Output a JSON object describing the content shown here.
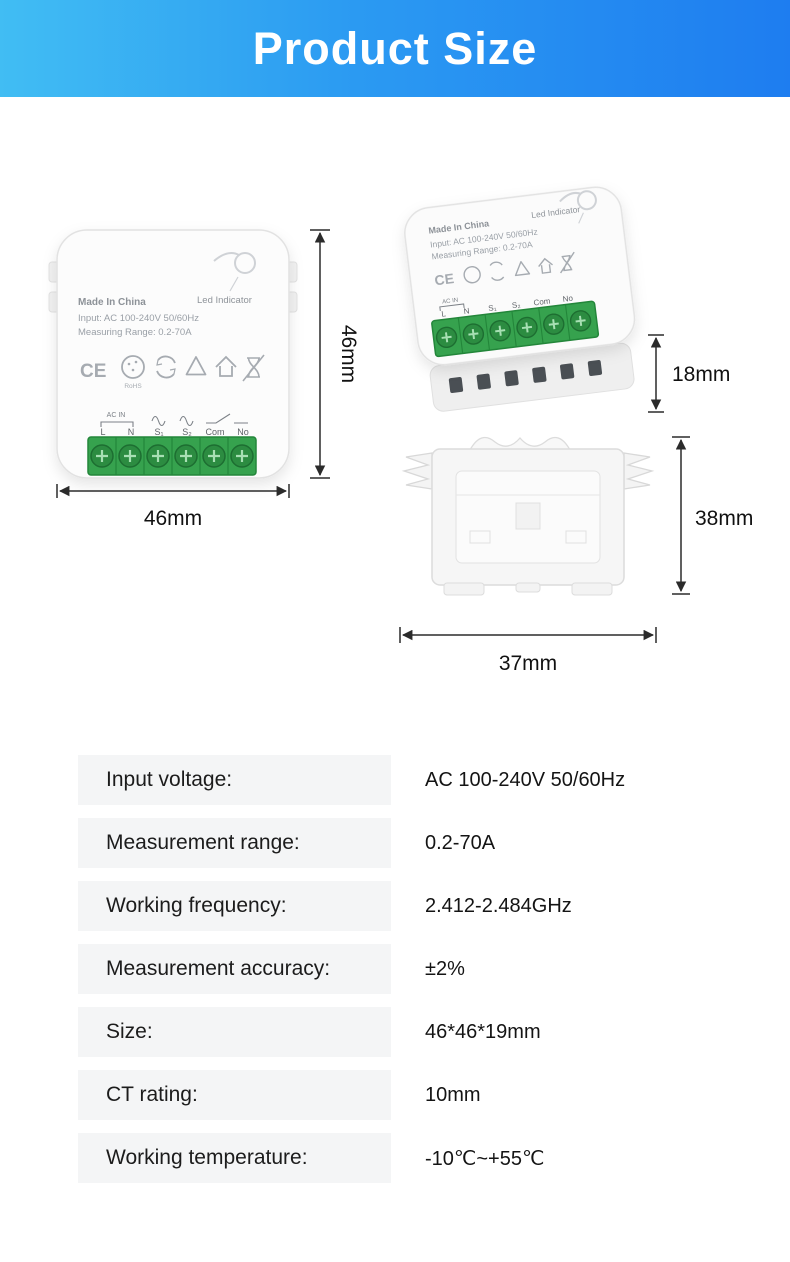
{
  "header": {
    "title": "Product Size"
  },
  "front_view": {
    "made_in": "Made In China",
    "input_line": "Input: AC 100-240V 50/60Hz",
    "range_line": "Measuring Range: 0.2-70A",
    "led_label": "Led Indicator",
    "ce": "CE",
    "rohs": "RoHS",
    "ac_in": "AC IN",
    "terminals": [
      "L",
      "N",
      "S₁",
      "S₂",
      "Com",
      "No"
    ]
  },
  "top_view": {
    "made_in": "Made In China",
    "input_line": "Input: AC 100-240V 50/60Hz",
    "range_line": "Measuring Range: 0.2-70A",
    "led_label": "Led Indicator",
    "ce": "CE",
    "ac_in": "AC IN",
    "terminals": [
      "L",
      "N",
      "S₁",
      "S₂",
      "Com",
      "No"
    ]
  },
  "dimensions": {
    "front_height": "46mm",
    "front_width": "46mm",
    "depth": "18mm",
    "bracket_height": "38mm",
    "bracket_width": "37mm"
  },
  "colors": {
    "header_gradient_start": "#41bdf3",
    "header_gradient_end": "#1e7df0",
    "terminal_green": "#36a24e"
  },
  "specs": [
    {
      "label": "Input voltage:",
      "value": "AC 100-240V 50/60Hz"
    },
    {
      "label": "Measurement range:",
      "value": "0.2-70A"
    },
    {
      "label": "Working frequency:",
      "value": "2.412-2.484GHz"
    },
    {
      "label": "Measurement accuracy:",
      "value": "±2%"
    },
    {
      "label": "Size:",
      "value": "46*46*19mm"
    },
    {
      "label": "CT rating:",
      "value": "10mm"
    },
    {
      "label": "Working temperature:",
      "value": "-10℃~+55℃"
    }
  ]
}
